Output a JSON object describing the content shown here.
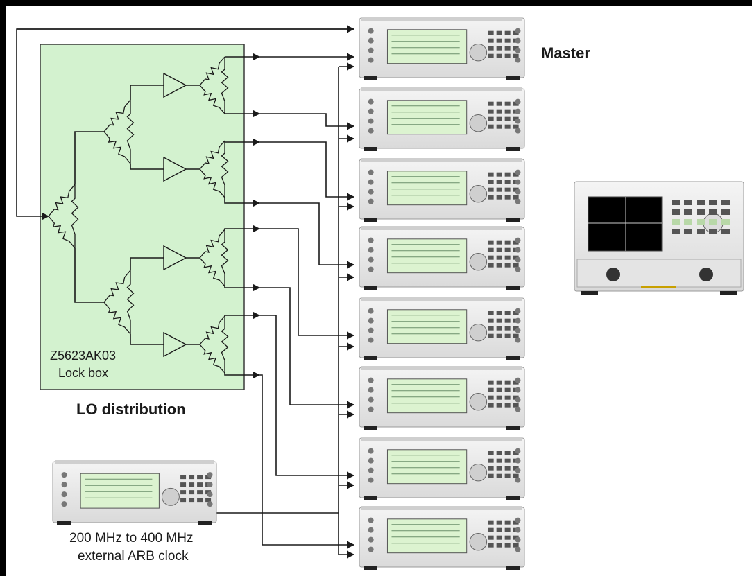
{
  "labels": {
    "master": "Master",
    "lockbox_model": "Z5623AK03",
    "lockbox_name": "Lock box",
    "lo_distribution": "LO distribution",
    "arb_clock_line1": "200 MHz to 400 MHz",
    "arb_clock_line2": "external ARB clock"
  },
  "colors": {
    "lockbox_fill": "#d3f2cf",
    "lockbox_border": "#3a3a3a",
    "wire": "#1a1a1a",
    "instrument_body": "#ebebeb",
    "instrument_display": "#dcf3d0",
    "network_analyzer_display": "#000000"
  },
  "devices": {
    "signal_generator_count": 8,
    "has_network_analyzer": true,
    "has_external_arb_clock_generator": true
  }
}
